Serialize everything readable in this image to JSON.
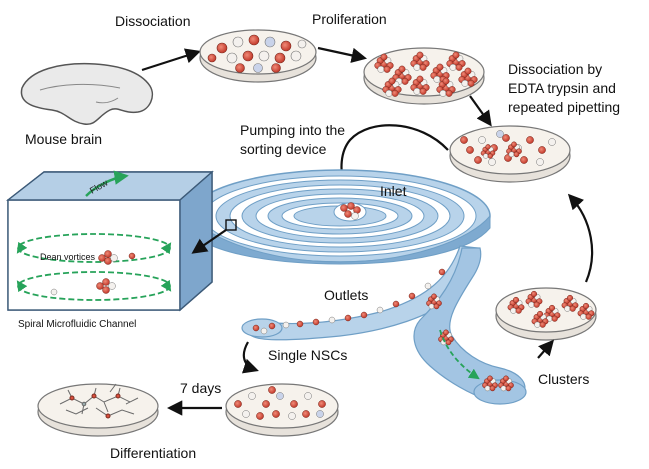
{
  "labels": {
    "mouse_brain": "Mouse brain",
    "dissociation": "Dissociation",
    "proliferation": "Proliferation",
    "dissociation_by_line1": "Dissociation by",
    "dissociation_by_line2": "EDTA trypsin and",
    "dissociation_by_line3": "repeated pipetting",
    "pumping_line1": "Pumping into the",
    "pumping_line2": "sorting device",
    "inlet": "Inlet",
    "outlets": "Outlets",
    "single_nscs": "Single NSCs",
    "clusters": "Clusters",
    "seven_days": "7 days",
    "differentiation": "Differentiation",
    "flow": "Flow",
    "dean_vortices": "Dean vortices",
    "spiral_channel": "Spiral Microfluidic Channel"
  },
  "colors": {
    "cell_red": "#d8503e",
    "cell_white": "#f4f1ee",
    "cell_blue": "#c9d3ea",
    "channel_blue": "#a9c9e3",
    "channel_dark": "#6f9fc6",
    "dish_fill": "#f3efe9",
    "green_arrow": "#27a35a",
    "neuron_gray": "#6a6a6a"
  }
}
